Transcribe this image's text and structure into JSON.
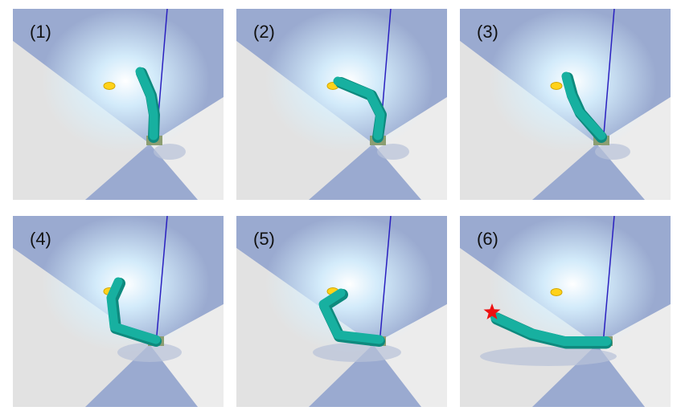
{
  "panels": [
    {
      "label": "(1)"
    },
    {
      "label": "(2)"
    },
    {
      "label": "(3)"
    },
    {
      "label": "(4)"
    },
    {
      "label": "(5)"
    },
    {
      "label": "(6)"
    }
  ],
  "colors": {
    "floor": "#e6e6e6",
    "tile_blue": "#99a9cf",
    "glow": "#dff6ff",
    "arm": "#17b0a0",
    "arm_dark": "#0e8a7e",
    "base": "#8c9e72",
    "target": "#ffd21a",
    "line": "#2a20c0",
    "star": "#ee1111"
  },
  "icons": {
    "target": "yellow-disc-target-icon",
    "goal": "red-star-marker-icon"
  }
}
